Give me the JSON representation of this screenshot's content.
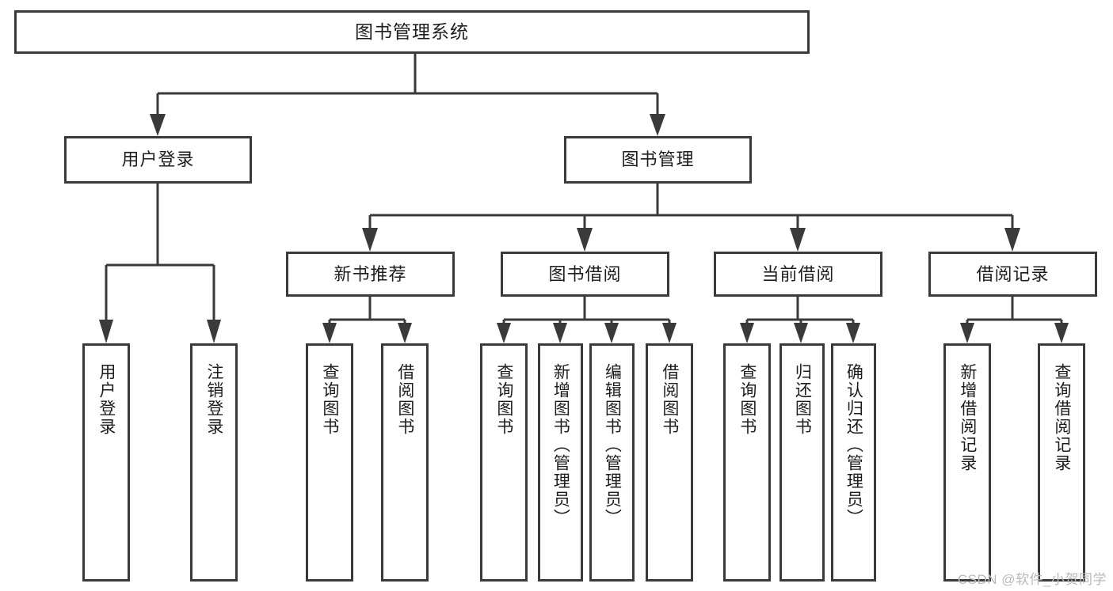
{
  "diagram": {
    "type": "tree",
    "title": "图书管理系统",
    "root": {
      "id": "root",
      "label": "图书管理系统"
    },
    "level2": [
      {
        "id": "user-login",
        "label": "用户登录"
      },
      {
        "id": "book-manage",
        "label": "图书管理"
      }
    ],
    "level3": [
      {
        "id": "new-book-recommend",
        "label": "新书推荐"
      },
      {
        "id": "book-borrow",
        "label": "图书借阅"
      },
      {
        "id": "current-borrow",
        "label": "当前借阅"
      },
      {
        "id": "borrow-record",
        "label": "借阅记录"
      }
    ],
    "leaves": {
      "user_login": [
        {
          "id": "leaf-user-login",
          "label": "用户登录"
        },
        {
          "id": "leaf-logout",
          "label": "注销登录"
        }
      ],
      "new_book_recommend": [
        {
          "id": "leaf-query-book-1",
          "label": "查询图书"
        },
        {
          "id": "leaf-borrow-book-1",
          "label": "借阅图书"
        }
      ],
      "book_borrow": [
        {
          "id": "leaf-query-book-2",
          "label": "查询图书"
        },
        {
          "id": "leaf-add-book",
          "label": "新增图书（管理员）"
        },
        {
          "id": "leaf-edit-book",
          "label": "编辑图书（管理员）"
        },
        {
          "id": "leaf-borrow-book-2",
          "label": "借阅图书"
        }
      ],
      "current_borrow": [
        {
          "id": "leaf-query-book-3",
          "label": "查询图书"
        },
        {
          "id": "leaf-return-book",
          "label": "归还图书"
        },
        {
          "id": "leaf-confirm-return",
          "label": "确认归还（管理员）"
        }
      ],
      "borrow_record": [
        {
          "id": "leaf-add-record",
          "label": "新增借阅记录"
        },
        {
          "id": "leaf-query-record",
          "label": "查询借阅记录"
        }
      ]
    }
  },
  "watermark": {
    "text": "CSDN @软件_小贺同学"
  },
  "colors": {
    "stroke": "#3a3a3a",
    "text": "#1d1d1d",
    "background": "#ffffff",
    "watermark": "#b9b9b9"
  }
}
